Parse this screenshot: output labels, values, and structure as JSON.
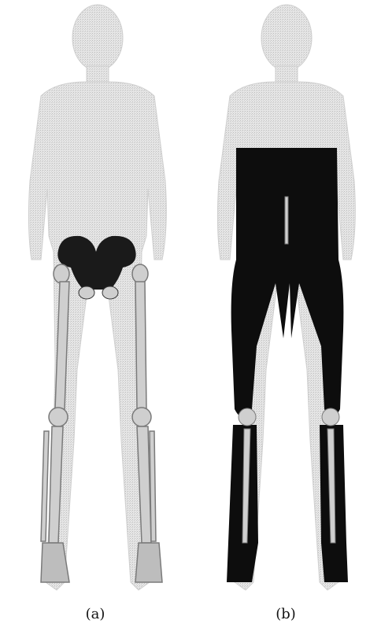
{
  "figure": {
    "panels": [
      {
        "label": "(a)",
        "content": "skeleton"
      },
      {
        "label": "(b)",
        "content": "muscle"
      }
    ],
    "colors": {
      "body": "#d3d3d3",
      "bone": "#cfcfcf",
      "bone_dark": "#7a7a7a",
      "pelvis": "#1a1a1a",
      "muscle": "#0d0d0d"
    }
  }
}
